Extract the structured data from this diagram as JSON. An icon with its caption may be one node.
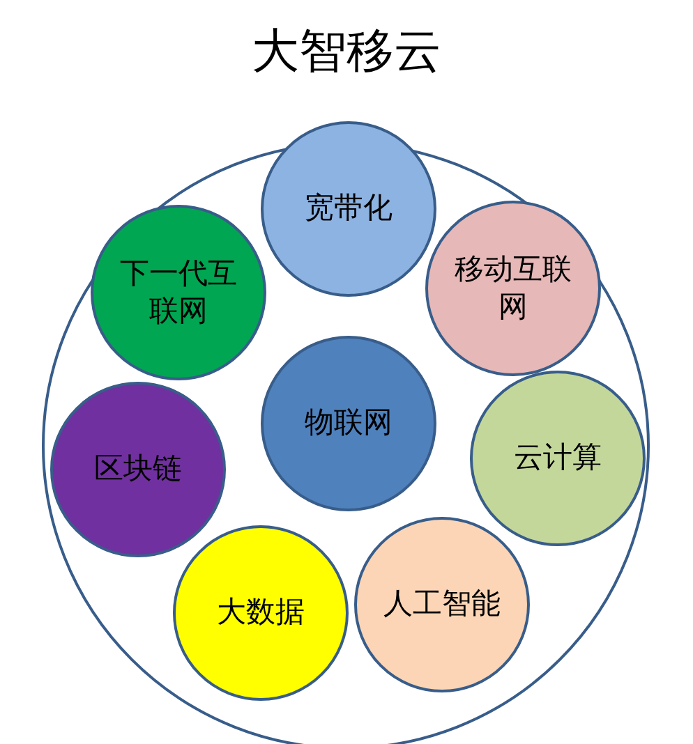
{
  "diagram": {
    "title": "大智移云",
    "nodes": [
      {
        "text": [],
        "shape": "circle"
      },
      {
        "text": [
          "宽带化"
        ],
        "in": 0
      },
      {
        "text": [
          "下一代互联网"
        ],
        "in": 0
      },
      {
        "text": [
          "移动互联网"
        ],
        "in": 0
      },
      {
        "text": [
          "物联网"
        ],
        "in": 0
      },
      {
        "text": [
          "区块链"
        ],
        "in": 0
      },
      {
        "text": [
          "云计算"
        ],
        "in": 0
      },
      {
        "text": [
          "大数据"
        ],
        "in": 0
      },
      {
        "text": [
          "人工智能"
        ],
        "in": 0
      }
    ]
  }
}
